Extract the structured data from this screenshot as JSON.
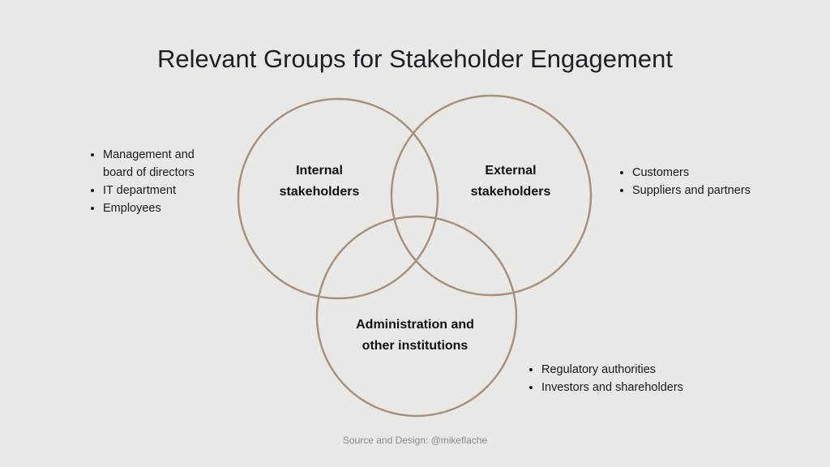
{
  "title": "Relevant Groups for Stakeholder Engagement",
  "colors": {
    "circle_stroke": "#a8917a",
    "background": "#e8e8e7"
  },
  "circles": {
    "internal": "Internal stakeholders",
    "external": "External stakeholders",
    "administration": "Administration and other institutions"
  },
  "circle_lines": {
    "internal": [
      "Internal",
      "stakeholders"
    ],
    "external": [
      "External",
      "stakeholders"
    ],
    "administration": [
      "Administration and",
      "other institutions"
    ]
  },
  "lists": {
    "internal": [
      "Management and board of directors",
      "IT department",
      "Employees"
    ],
    "external": [
      "Customers",
      "Suppliers and partners"
    ],
    "administration": [
      "Regulatory authorities",
      "Investors and shareholders"
    ]
  },
  "source": "Source and Design: @mikeflache"
}
